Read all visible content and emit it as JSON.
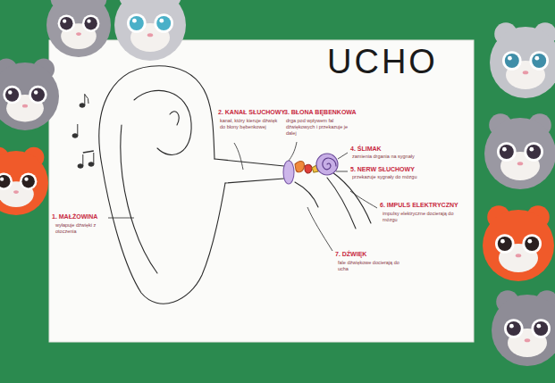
{
  "diagram": {
    "title": "UCHO",
    "labels": [
      "1. MAŁŻOWINA",
      "wyłapuje dźwięki z otoczenia",
      "2. KANAŁ SŁUCHOWY",
      "kanał, który kieruje dźwięk do błony bębenkowej",
      "3. BŁONA BĘBENKOWA",
      "drga pod wpływem fal dźwiękowych i przekazuje je dalej",
      "4. ŚLIMAK",
      "zamienia drgania na sygnały",
      "5. NERW SŁUCHOWY",
      "przekazuje sygnały do mózgu",
      "6. IMPULS ELEKTRYCZNY",
      "impulsy elektryczne docierają do mózgu",
      "7. DŹWIĘK",
      "fale dźwiękowe docierają do ucha"
    ]
  }
}
